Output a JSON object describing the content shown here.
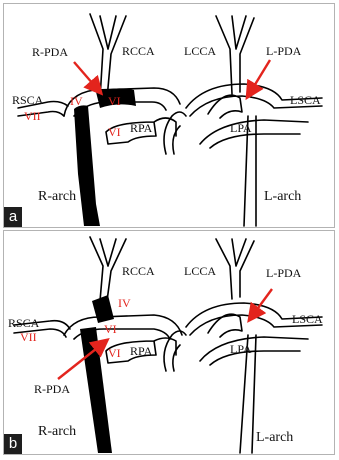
{
  "colors": {
    "accent": "#e3241d",
    "vessel": "#000000",
    "letter_bg": "#1e1e1e"
  },
  "panel_a": {
    "letter": "a",
    "labels": {
      "r_pda": "R-PDA",
      "rcca": "RCCA",
      "lcca": "LCCA",
      "l_pda": "L-PDA",
      "rsca": "RSCA",
      "vii": "VII",
      "iv": "IV",
      "vi_upper": "VI",
      "vi_lower": "VI",
      "rpa": "RPA",
      "lpa": "LPA",
      "lsca": "LSCA",
      "r_arch": "R-arch",
      "l_arch": "L-arch"
    }
  },
  "panel_b": {
    "letter": "b",
    "labels": {
      "rcca": "RCCA",
      "lcca": "LCCA",
      "l_pda": "L-PDA",
      "iv": "IV",
      "rsca": "RSCA",
      "vii": "VII",
      "vi_upper": "VI",
      "vi_lower": "VI",
      "rpa": "RPA",
      "lpa": "LPA",
      "lsca": "LSCA",
      "r_pda": "R-PDA",
      "r_arch": "R-arch",
      "l_arch": "L-arch"
    }
  }
}
